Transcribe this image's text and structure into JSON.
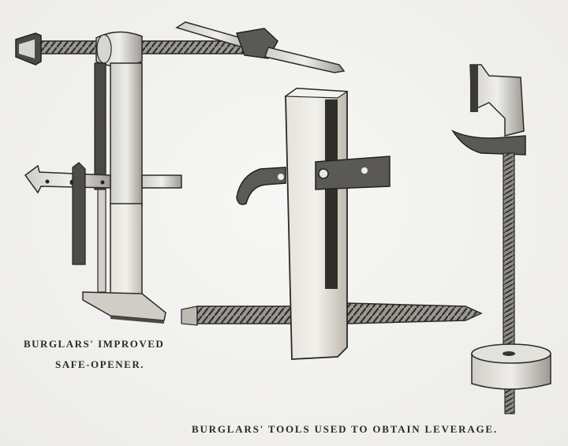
{
  "captions": {
    "safe_opener_line1": "BURGLARS' IMPROVED",
    "safe_opener_line2": "SAFE-OPENER.",
    "leverage_tools": "BURGLARS' TOOLS USED TO OBTAIN LEVERAGE."
  },
  "colors": {
    "paper": "#efeeec",
    "ink": "#2a2a2a",
    "metal_dark": "#3a3a3a",
    "metal_light": "#d9d8d4"
  }
}
